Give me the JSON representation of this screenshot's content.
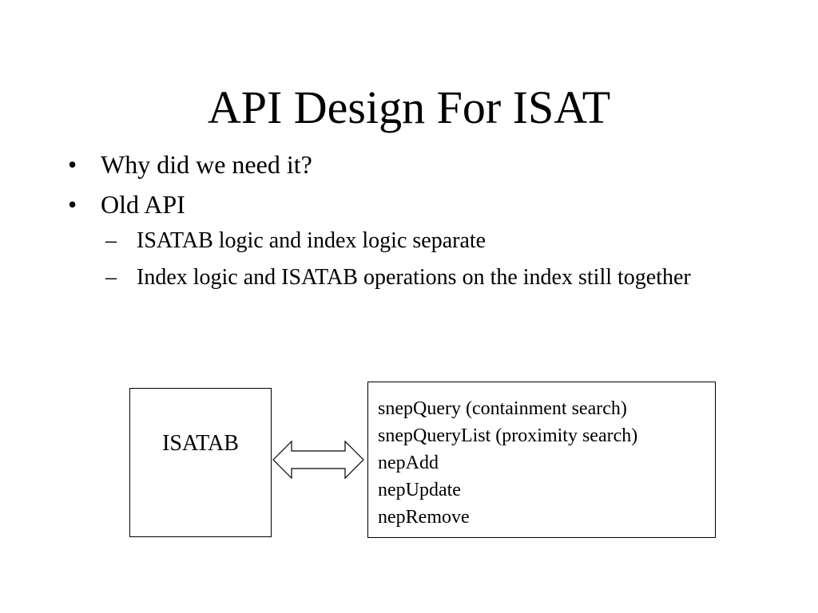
{
  "slide": {
    "title": "API Design For ISAT",
    "bullets": [
      {
        "marker": "•",
        "text": "Why did we need it?",
        "children": []
      },
      {
        "marker": "•",
        "text": "Old API",
        "children": [
          {
            "marker": "–",
            "text": "ISATAB logic and index logic separate"
          },
          {
            "marker": "–",
            "text": "Index logic and ISATAB operations on the index still together"
          }
        ]
      }
    ],
    "diagram": {
      "left_box_label": "ISATAB",
      "connector_icon": "double-headed-arrow",
      "right_box_items": [
        "snepQuery (containment search)",
        "snepQueryList (proximity search)",
        "nepAdd",
        "nepUpdate",
        "nepRemove"
      ]
    }
  }
}
